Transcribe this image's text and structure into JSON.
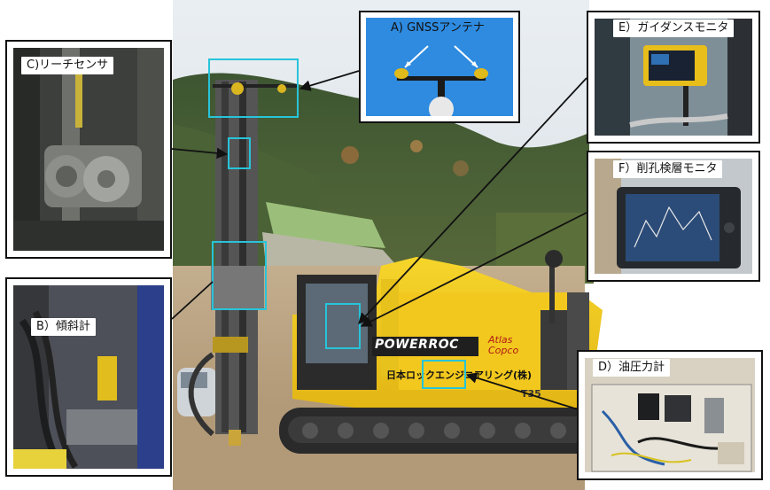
{
  "callouts": {
    "a": {
      "label": "A) GNSSアンテナ",
      "icon": "gnss-antenna-icon"
    },
    "b": {
      "label": "B）傾斜計",
      "icon": "inclinometer-icon"
    },
    "c": {
      "label": "C)リーチセンサ",
      "icon": "reach-sensor-icon"
    },
    "d": {
      "label": "D）油圧力計",
      "icon": "hydraulic-gauge-icon"
    },
    "e": {
      "label": "E）ガイダンスモニタ",
      "icon": "guidance-monitor-icon"
    },
    "f": {
      "label": "F）削孔検層モニタ",
      "icon": "drilling-log-monitor-icon"
    }
  },
  "machine": {
    "model_name": "POWERROC",
    "brand": "Atlas Copco",
    "company_text": "日本ロックエンジニアリング(株)",
    "model_code": "T35"
  },
  "colors": {
    "highlight": "#27c4d9",
    "machine_yellow": "#f2c81e",
    "sky": "#dfe8f0",
    "forest": "#3f5a30"
  }
}
